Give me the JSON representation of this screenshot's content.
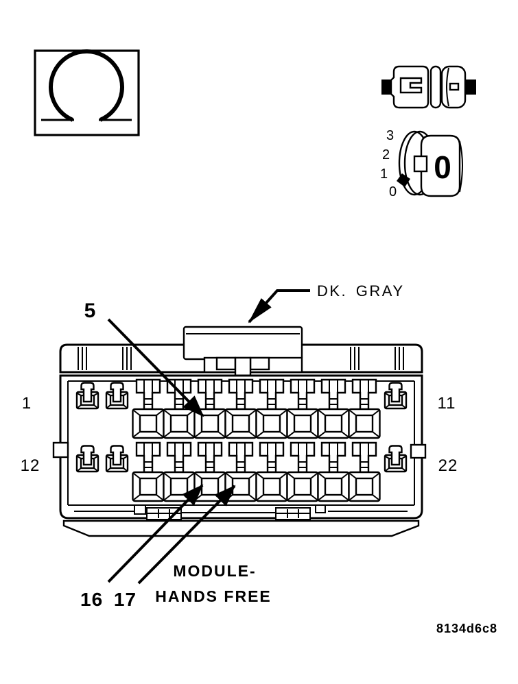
{
  "figure": {
    "code": "8134d6c8",
    "colors": {
      "background": "#ffffff",
      "line": "#000000"
    }
  },
  "legend": {
    "ohmmeter_icon": "ohmmeter-omega-symbol",
    "terminal_pair_icon": "terminal-pair-symbol",
    "dial_gauge_icon": "dial-gauge-symbol",
    "dial_scale": [
      "3",
      "2",
      "1",
      "0"
    ],
    "dial_face": "0"
  },
  "connector": {
    "housing_color_label": "DK. GRAY",
    "component_name_line1": "MODULE-",
    "component_name_line2": "HANDS FREE",
    "pin_row_top": {
      "first": "1",
      "last": "11"
    },
    "pin_row_bottom": {
      "first": "12",
      "last": "22"
    },
    "callout_pin5": "5",
    "callout_pins_16_17": "16 17"
  }
}
